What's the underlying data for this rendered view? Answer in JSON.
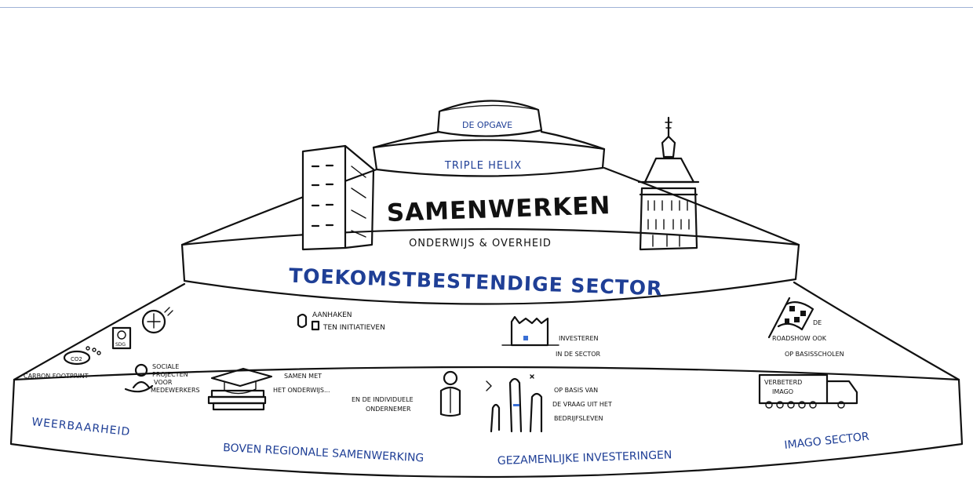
{
  "tiers": {
    "top": "DE OPGAVE",
    "second": "TRIPLE HELIX",
    "center_title": "SAMENWERKEN",
    "center_subtitle": "ONDERWIJS & OVERHEID",
    "band": "TOEKOMSTBESTENDIGE SECTOR"
  },
  "base_labels": [
    "WEERBAARHEID",
    "BOVEN REGIONALE SAMENWERKING",
    "GEZAMENLIJKE INVESTERINGEN",
    "IMAGO SECTOR"
  ],
  "notes": {
    "carbon": "CARBON FOOTPRINT",
    "co2": "CO2",
    "sociale": [
      "SOCIALE",
      "PROJECTEN",
      "VOOR",
      "MEDEWERKERS"
    ],
    "aanhaken": [
      "AANHAKEN",
      "TEN INITIATIEVEN"
    ],
    "samen": [
      "SAMEN MET",
      "HET ONDERWIJS..."
    ],
    "individuele": [
      "EN DE INDIVIDUELE",
      "ONDERNEMER"
    ],
    "investeren": [
      "INVESTEREN",
      "IN DE SECTOR"
    ],
    "opbasis": [
      "OP BASIS VAN",
      "DE VRAAG UIT HET",
      "BEDRIJFSLEVEN"
    ],
    "roadshow": [
      "DE",
      "ROADSHOW OOK",
      "OP BASISSCHOLEN"
    ],
    "verbeterd": [
      "VERBETERD",
      "IMAGO"
    ]
  },
  "colors": {
    "accent": "#1f3f96",
    "ink": "#111111",
    "rule": "#9fb3d6"
  }
}
